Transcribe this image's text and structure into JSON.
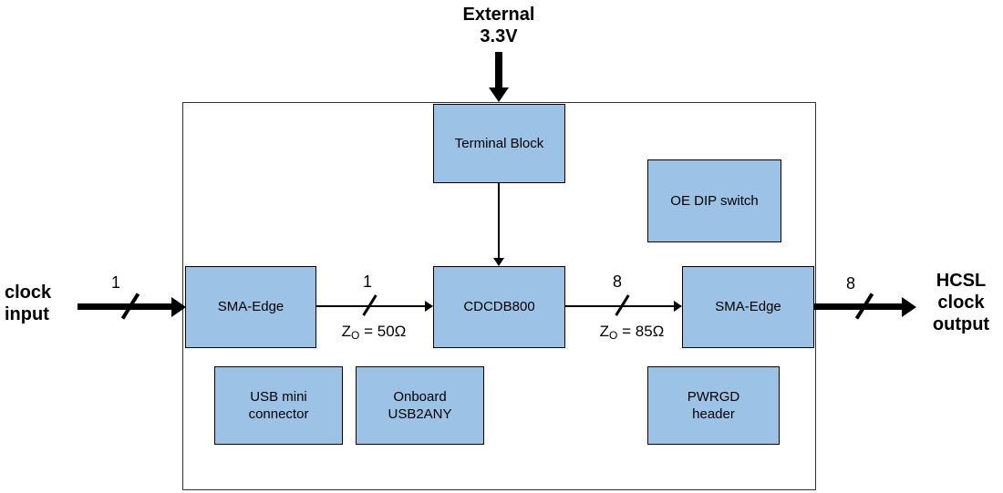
{
  "colors": {
    "block_fill": "#9CC3E6",
    "block_border": "#000000",
    "board_border": "#333333",
    "arrow": "#000000"
  },
  "labels": {
    "external_power": {
      "line1": "External",
      "line2": "3.3V"
    },
    "clock_input": {
      "line1": "clock",
      "line2": "input"
    },
    "hcsl_output": {
      "line1": "HCSL",
      "line2": "clock",
      "line3": "output"
    }
  },
  "blocks": {
    "terminal_block": {
      "label": "Terminal Block"
    },
    "oe_dip_switch": {
      "label": "OE DIP switch"
    },
    "sma_edge_in": {
      "label": "SMA-Edge"
    },
    "cdcdb800": {
      "label": "CDCDB800"
    },
    "sma_edge_out": {
      "label": "SMA-Edge"
    },
    "usb_mini_connector": {
      "line1": "USB mini",
      "line2": "connector"
    },
    "onboard_usb2any": {
      "line1": "Onboard",
      "line2": "USB2ANY"
    },
    "pwrgd_header": {
      "line1": "PWRGD",
      "line2": "header"
    }
  },
  "buses": {
    "input_width": "1",
    "in_trace_width": "1",
    "out_trace_width": "8",
    "output_width": "8"
  },
  "impedance": {
    "input": {
      "symbol": "Z",
      "sub": "O",
      "value": " = 50Ω"
    },
    "output": {
      "symbol": "Z",
      "sub": "O",
      "value": " = 85Ω"
    }
  }
}
